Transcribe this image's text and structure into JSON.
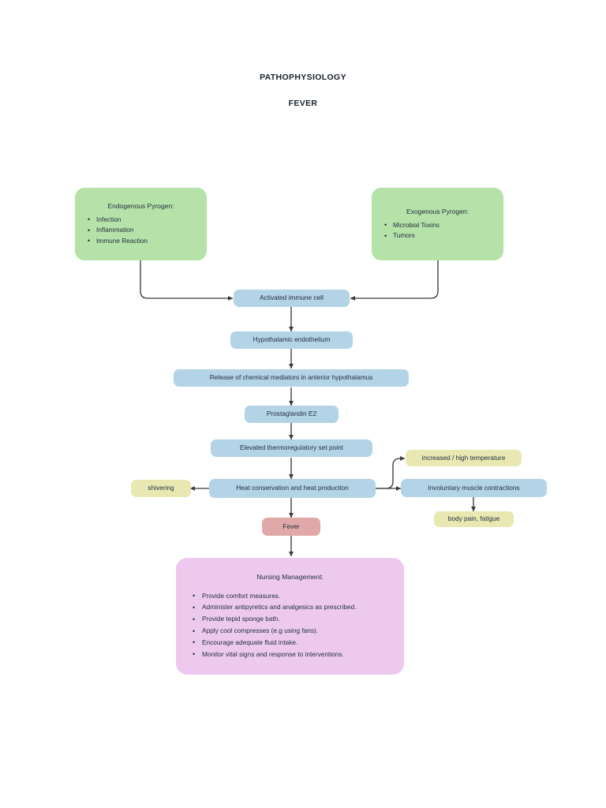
{
  "title": {
    "main": "PATHOPHYSIOLOGY",
    "sub": "FEVER"
  },
  "colors": {
    "green": "#b5e2a8",
    "blue": "#b3d3e6",
    "yellow": "#e9e8b2",
    "pink": "#e0a8a8",
    "purple": "#eec9ef",
    "edge": "#3a3a3a",
    "text": "#1f2d3d"
  },
  "nodes": {
    "endogenous": {
      "heading": "Endogenous Pyrogen:",
      "items": [
        "Infection",
        "Inflammation",
        "Immune Reaction"
      ]
    },
    "exogenous": {
      "heading": "Exogenous Pyrogen:",
      "items": [
        "Microbial Toxins",
        "Tumors"
      ]
    },
    "activated_immune_cell": "Activated immune cell",
    "hypothalamic_endothelium": "Hypothalamic endothelium",
    "release_mediators": "Release of chemical mediators in anterior hypothalamus",
    "prostaglandin": "Prostaglandin E2",
    "set_point": "Elevated thermoregulatory set point",
    "heat_conservation": "Heat conservation and heat production",
    "shivering": "shivering",
    "high_temperature": "increased / high temperature",
    "involuntary_contractions": "Involuntary muscle contractions",
    "body_pain": "body pain, fatigue",
    "fever": "Fever",
    "nursing": {
      "heading": "Nursing Management:",
      "items": [
        "Provide comfort measures.",
        "Administer antipyretics and analgesics as prescribed.",
        "Provide tepid sponge bath.",
        "Apply cool compresses (e.g using fans).",
        "Encourage adequate fluid intake.",
        "Monitor vital signs and response to interventions."
      ]
    }
  }
}
